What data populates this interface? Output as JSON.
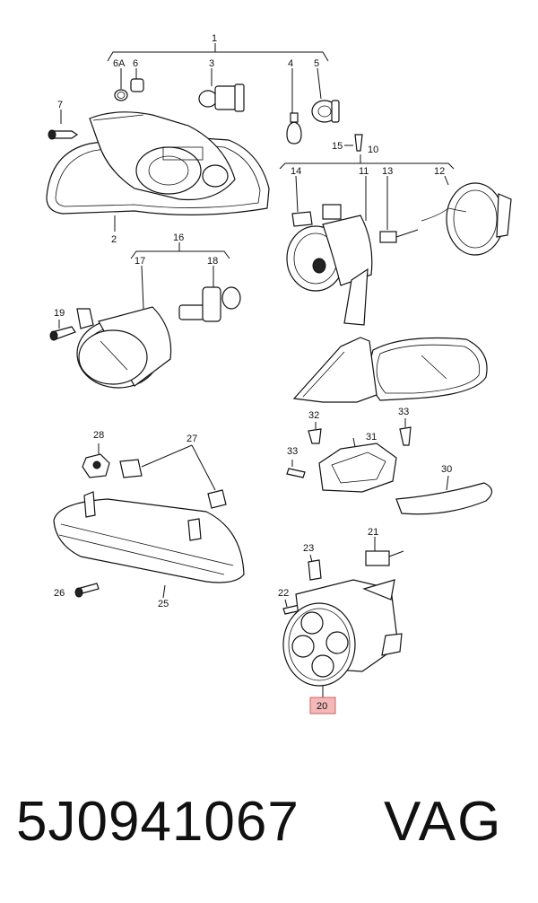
{
  "part_number": "5J0941067",
  "brand": "VAG",
  "callouts": {
    "c1": "1",
    "c2": "2",
    "c3": "3",
    "c4": "4",
    "c5": "5",
    "c6": "6",
    "c6a": "6A",
    "c7": "7",
    "c10": "10",
    "c11": "11",
    "c12": "12",
    "c13": "13",
    "c14": "14",
    "c15": "15",
    "c16": "16",
    "c17": "17",
    "c18": "18",
    "c19": "19",
    "c20": "20",
    "c21": "21",
    "c22": "22",
    "c23": "23",
    "c25": "25",
    "c26": "26",
    "c27": "27",
    "c28": "28",
    "c30": "30",
    "c31": "31",
    "c32": "32",
    "c33a": "33",
    "c33b": "33"
  },
  "highlight_color": "#f4b8b8"
}
